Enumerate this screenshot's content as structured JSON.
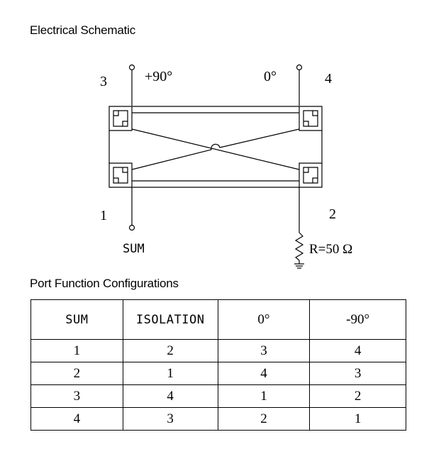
{
  "schematic": {
    "title": "Electrical Schematic",
    "port_numbers": {
      "p1": "1",
      "p2": "2",
      "p3": "3",
      "p4": "4"
    },
    "phase_labels": {
      "plus90": "+90°",
      "zero": "0°"
    },
    "sum_label": "SUM",
    "termination_label": "R=50 Ω"
  },
  "port_table": {
    "title": "Port Function Configurations",
    "headers": [
      "SUM",
      "ISOLATION",
      "0°",
      "-90°"
    ],
    "rows": [
      [
        "1",
        "2",
        "3",
        "4"
      ],
      [
        "2",
        "1",
        "4",
        "3"
      ],
      [
        "3",
        "4",
        "1",
        "2"
      ],
      [
        "4",
        "3",
        "2",
        "1"
      ]
    ]
  }
}
